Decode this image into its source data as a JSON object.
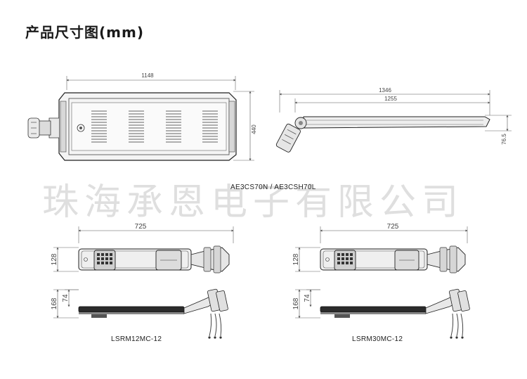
{
  "page": {
    "title": "产品尺寸图(mm)",
    "watermark": "珠海承恩电子有限公司"
  },
  "model_top": {
    "label": "AE3CS70N / AE3CSH70L",
    "dim_length": "1148",
    "dim_width": "440",
    "dim_side_total": "1346",
    "dim_side_body": "1255",
    "dim_side_height": "76.5"
  },
  "model_left": {
    "label": "LSRM12MC-12",
    "dim_length": "725",
    "dim_width": "128",
    "dim_height_total": "168",
    "dim_height_body": "74"
  },
  "model_right": {
    "label": "LSRM30MC-12",
    "dim_length": "725",
    "dim_width": "128",
    "dim_height_total": "168",
    "dim_height_body": "74"
  }
}
